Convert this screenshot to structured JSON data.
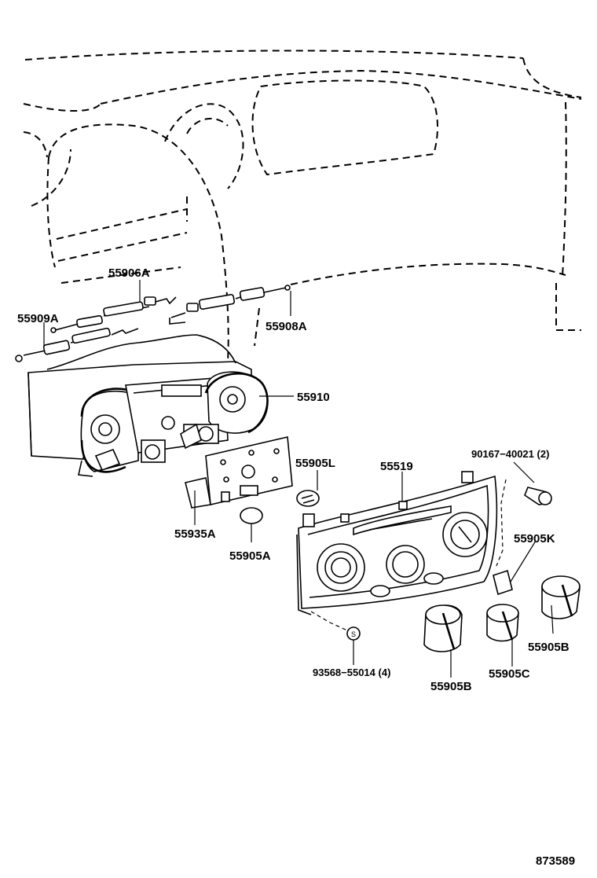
{
  "callouts": {
    "p55906A": "55906A",
    "p55909A": "55909A",
    "p55908A": "55908A",
    "p55910": "55910",
    "p55905L": "55905L",
    "p55519": "55519",
    "p90167": "90167−40021 (2)",
    "p55935A": "55935A",
    "p55905A": "55905A",
    "p55905K": "55905K",
    "p55905B_right": "55905B",
    "p93568": "93568−55014 (4)",
    "p55905B_left": "55905B",
    "p55905C": "55905C"
  },
  "figure_number": "873589"
}
